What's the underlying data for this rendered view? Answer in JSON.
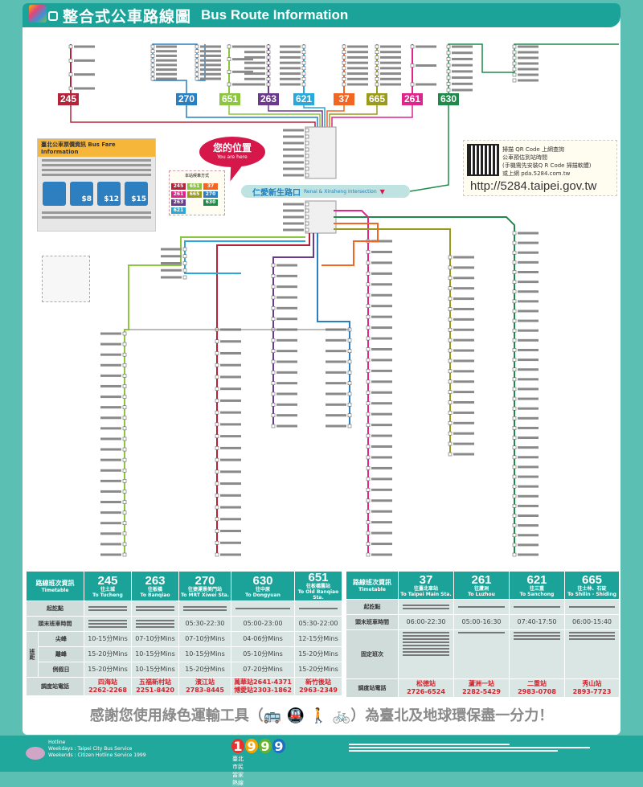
{
  "header": {
    "title_zh": "整合式公車路線圖",
    "title_en": "Bus Route Information"
  },
  "routes": [
    {
      "no": "245",
      "color": "#b5233a"
    },
    {
      "no": "270",
      "color": "#2a7fc0"
    },
    {
      "no": "651",
      "color": "#8cc63f"
    },
    {
      "no": "263",
      "color": "#6b3a8c"
    },
    {
      "no": "621",
      "color": "#29a9d9"
    },
    {
      "no": "37",
      "color": "#f26522"
    },
    {
      "no": "665",
      "color": "#9a9a1e"
    },
    {
      "no": "261",
      "color": "#e0248c"
    },
    {
      "no": "630",
      "color": "#1e8a4a"
    }
  ],
  "fare": {
    "title": "臺北公車票價資訊 Bus Fare Information",
    "amounts": [
      "",
      "$8",
      "$12",
      "$15"
    ]
  },
  "you_are_here": {
    "zh": "您的位置",
    "en": "You are here"
  },
  "station": {
    "zh": "仁愛新生路口",
    "en": "Renai & Xinsheng Intersection"
  },
  "legend": {
    "title": "本站候車方式",
    "chips": [
      "245",
      "651",
      "37",
      "261",
      "665",
      "270",
      "263",
      "",
      "630",
      "621",
      "",
      ""
    ]
  },
  "qr": {
    "lines": [
      "掃描 QR Code 上網查詢",
      "公車預估到站時間",
      "(手機需先安裝Q R Code 掃描軟體)",
      "或上網 pda.5284.com.tw"
    ],
    "url": "http://5284.taipei.gov.tw"
  },
  "timetable_left": {
    "header": "路線班次資訊",
    "header_en": "Timetable",
    "cols": [
      {
        "no": "245",
        "to": "往土城",
        "to_en": "To Tucheng",
        "hours": "",
        "peak": "10-15分Mins",
        "offpeak": "15-20分Mins",
        "weekend": "15-20分Mins",
        "hotline": "四海站",
        "phone": "2262-2268"
      },
      {
        "no": "263",
        "to": "往板橋",
        "to_en": "To Banqiao",
        "hours": "",
        "peak": "07-10分Mins",
        "offpeak": "10-15分Mins",
        "weekend": "10-15分Mins",
        "hotline": "五福新村站",
        "phone": "2251-8420"
      },
      {
        "no": "270",
        "to": "往捷運景美門站",
        "to_en": "To MRT Xiwei Sta.",
        "hours": "05:30-22:30",
        "peak": "07-10分Mins",
        "offpeak": "10-15分Mins",
        "weekend": "15-20分Mins",
        "hotline": "濱江站",
        "phone": "2783-8445"
      },
      {
        "no": "630",
        "to": "往中原",
        "to_en": "To Dongyuan",
        "hours": "05:00-23:00",
        "peak": "04-06分Mins",
        "offpeak": "05-10分Mins",
        "weekend": "07-20分Mins",
        "hotline": "萬華站2641-4371 博愛站2303-1862",
        "phone": ""
      },
      {
        "no": "651",
        "to": "往板橋舊站",
        "to_en": "To Old Banqiao Sta.",
        "hours": "05:30-22:00",
        "peak": "12-15分Mins",
        "offpeak": "15-20分Mins",
        "weekend": "15-20分Mins",
        "hotline": "新竹後站",
        "phone": "2963-2349"
      }
    ],
    "rows": {
      "start": "起訖點",
      "hours": "頭末班車時間",
      "peak": "尖峰",
      "offpeak": "離峰",
      "weekend": "例假日",
      "hotline": "調度站電話"
    }
  },
  "timetable_right": {
    "header": "路線班次資訊",
    "header_en": "Timetable",
    "cols": [
      {
        "no": "37",
        "to": "往臺北車站",
        "to_en": "To Taipei Main Sta.",
        "hours": "06:00-22:30",
        "hotline": "松德站",
        "phone": "2726-6524"
      },
      {
        "no": "261",
        "to": "往蘆洲",
        "to_en": "To Luzhou",
        "hours": "05:00-16:30",
        "hotline": "蘆洲一站",
        "phone": "2282-5429"
      },
      {
        "no": "621",
        "to": "往三重",
        "to_en": "To Sanchong",
        "hours": "07:40-17:50",
        "hotline": "二重站",
        "phone": "2983-0708"
      },
      {
        "no": "665",
        "to": "往士林、石碇",
        "to_en": "To Shilin - Shiding",
        "hours": "06:00-15:40",
        "hotline": "秀山站",
        "phone": "2893-7723"
      }
    ],
    "rows": {
      "start": "起訖點",
      "hours": "頭末班車時間",
      "schedule": "固定班次",
      "hotline": "調度站電話"
    }
  },
  "thanks": {
    "before": "感謝您使用綠色運輸工具（",
    "after": "）為臺北及地球環保盡一分力！"
  },
  "footer": {
    "hotline_label": "Hotline",
    "weekdays": "Weekdays : Taipei City Bus Service",
    "weekends": "Weekends : Citizen Hotline Service 1999",
    "logo_caption": "臺北市民當家熱線",
    "digits": [
      "1",
      "9",
      "9",
      "9"
    ]
  }
}
